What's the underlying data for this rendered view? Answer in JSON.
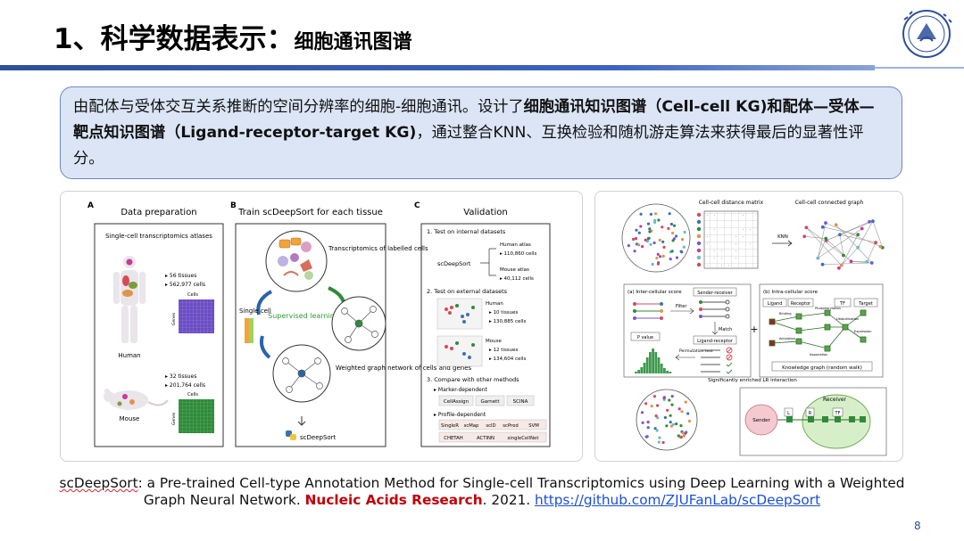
{
  "slide": {
    "title_main": "1、科学数据表示：",
    "title_sub": "细胞通讯图谱",
    "page_number": "8"
  },
  "summary": {
    "part1": "由配体与受体交互关系推断的空间分辨率的细胞-细胞通讯。设计了",
    "bold1": "细胞通讯知识图谱（Cell-cell  KG)和配体—受体—靶点知识图谱（Ligand-receptor-target KG)",
    "part2": "，通过整合KNN、互换检验和随机游走算法来获得最后的显著性评分。"
  },
  "figure_left": {
    "panel_a": {
      "letter": "A",
      "title": "Data preparation",
      "box_title": "Single-cell transcriptomics atlases",
      "human_stats": [
        "▸ 56 tissues",
        "▸ 562,977 cells"
      ],
      "human_label": "Human",
      "mouse_stats": [
        "▸ 32 tissues",
        "▸ 201,764 cells"
      ],
      "mouse_label": "Mouse",
      "cells_label": "Cells",
      "genes_label": "Genes"
    },
    "panel_b": {
      "letter": "B",
      "title": "Train scDeepSort for each tissue",
      "transcriptomics_label": "Transcriptomics of labelled cells",
      "single_cell_label": "Single cell",
      "supervised_label": "Supervised learning",
      "weighted_graph_label": "Weighted graph network of cells and genes",
      "output_label": "scDeepSort"
    },
    "panel_c": {
      "letter": "C",
      "title": "Validation",
      "section1": "1. Test on internal datasets",
      "scdeepsort": "scDeepSort",
      "human_atlas": "Human atlas",
      "human_atlas_cells": "▸ 110,860 cells",
      "mouse_atlas": "Mouse atlas",
      "mouse_atlas_cells": "▸ 40,112 cells",
      "section2": "2. Test on external datasets",
      "ext_human": "Human",
      "ext_human_stats": [
        "▸ 10 tissues",
        "▸ 130,885 cells"
      ],
      "ext_mouse": "Mouse",
      "ext_mouse_stats": [
        "▸ 12 tissues",
        "▸ 134,604 cells"
      ],
      "section3": "3. Compare with other methods",
      "marker_dependent": "▸ Marker-dependent",
      "marker_methods": [
        "CellAssign",
        "Garnett",
        "SCINA"
      ],
      "profile_dependent": "▸ Profile-dependent",
      "profile_methods_row1": [
        "SingleR",
        "scMap",
        "sclD",
        "scPred",
        "SVM"
      ],
      "profile_methods_row2": [
        "CHETAH",
        "ACTINN",
        "singleCellNet"
      ]
    }
  },
  "figure_right": {
    "distance_matrix_title": "Cell-cell distance matrix",
    "connected_graph_title": "Cell-cell connected graph",
    "knn_label": "KNN",
    "inter_title": "(a) Inter-cellular score",
    "sender_receiver": "Sender-receiver",
    "filter_label": "Filter",
    "match_label": "Match",
    "pvalue_label": "P value",
    "permutation_label": "Permutation test",
    "ligand_receptor": "Ligand-receptor",
    "intra_title": "(b) Intra-cellular score",
    "intra_headers": [
      "Ligand",
      "Receptor",
      "TF",
      "Target"
    ],
    "intra_edges": [
      "Binding",
      "Phosphorylation",
      "Ubiquitination",
      "Expression",
      "Activation",
      "Association"
    ],
    "knowledge_graph_label": "Knowledge graph (random walk)",
    "enriched_title": "Significantly enriched LR interaction",
    "receiver_label": "Receiver",
    "sender_label": "Sender",
    "node_l": "L",
    "node_r": "R",
    "node_tf": "TF",
    "plus_sign": "+"
  },
  "caption": {
    "tool_name": "scDeepSort",
    "text1": ": a Pre-trained Cell-type Annotation Method for Single-cell Transcriptomics using Deep Learning with a Weighted Graph Neural Network. ",
    "journal": "Nucleic Acids Research",
    "year": ". 2021. ",
    "url": "https://github.com/ZJUFanLab/scDeepSort"
  },
  "colors": {
    "accent": "#2e4f9a",
    "summary_bg": "#dbe5f6",
    "journal_red": "#c0000a",
    "link_blue": "#1a4fd6"
  }
}
